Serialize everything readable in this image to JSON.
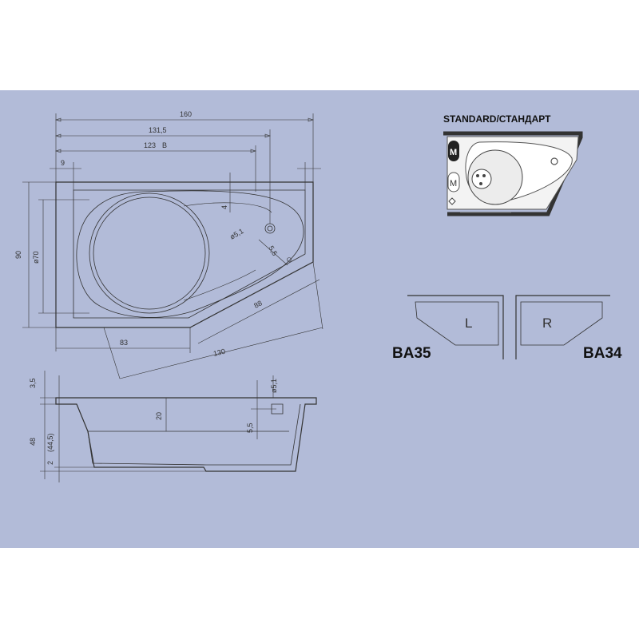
{
  "plan_dims": {
    "total_length": "160",
    "inner_length": "131,5",
    "drain_length": "123",
    "drain_marker": "B",
    "left_offset": "9",
    "height": "90",
    "bowl_diameter": "ø70",
    "rim_offset": "4",
    "overflow_diameter": "ø5,1",
    "overflow_dim": "5,5",
    "diagonal_edge": "88",
    "bottom_straight": "83",
    "bottom_diagonal": "130"
  },
  "section_dims": {
    "rim_height": "3,5",
    "total_height": "48",
    "inner_height": "(44,5)",
    "base_height": "2",
    "step_depth": "20",
    "overflow_diameter": "ø5,1",
    "overflow_height": "5,5"
  },
  "standard_config": {
    "title": "STANDARD/СТАНДАРТ",
    "panel_label": "M",
    "motor_label": "M"
  },
  "variants": {
    "left_letter": "L",
    "right_letter": "R",
    "left_model": "BA35",
    "right_model": "BA34"
  }
}
